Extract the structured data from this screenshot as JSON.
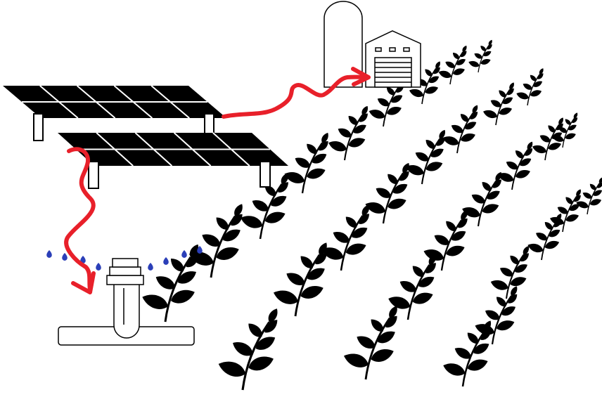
{
  "colors": {
    "panel": "#000000",
    "outline": "#000000",
    "background": "#ffffff",
    "energy_arrow": "#e8202a",
    "water": "#2b3fb8",
    "plant": "#000000"
  },
  "components": {
    "solar_arrays": {
      "count": 2,
      "icon": "solar-panel-icon"
    },
    "silo": {
      "icon": "silo-icon"
    },
    "barn": {
      "icon": "barn-icon"
    },
    "water_pump": {
      "icon": "water-pump-icon"
    },
    "crop_rows": {
      "count": 4,
      "icon": "plant-icon"
    }
  },
  "flows": [
    {
      "from": "solar_arrays",
      "to": "barn",
      "kind": "electricity",
      "icon": "power-arrow-icon"
    },
    {
      "from": "solar_arrays",
      "to": "water_pump",
      "kind": "electricity",
      "icon": "power-arrow-icon"
    },
    {
      "from": "water_pump",
      "to": "crop_rows",
      "kind": "water",
      "icon": "water-drop-icon"
    }
  ]
}
